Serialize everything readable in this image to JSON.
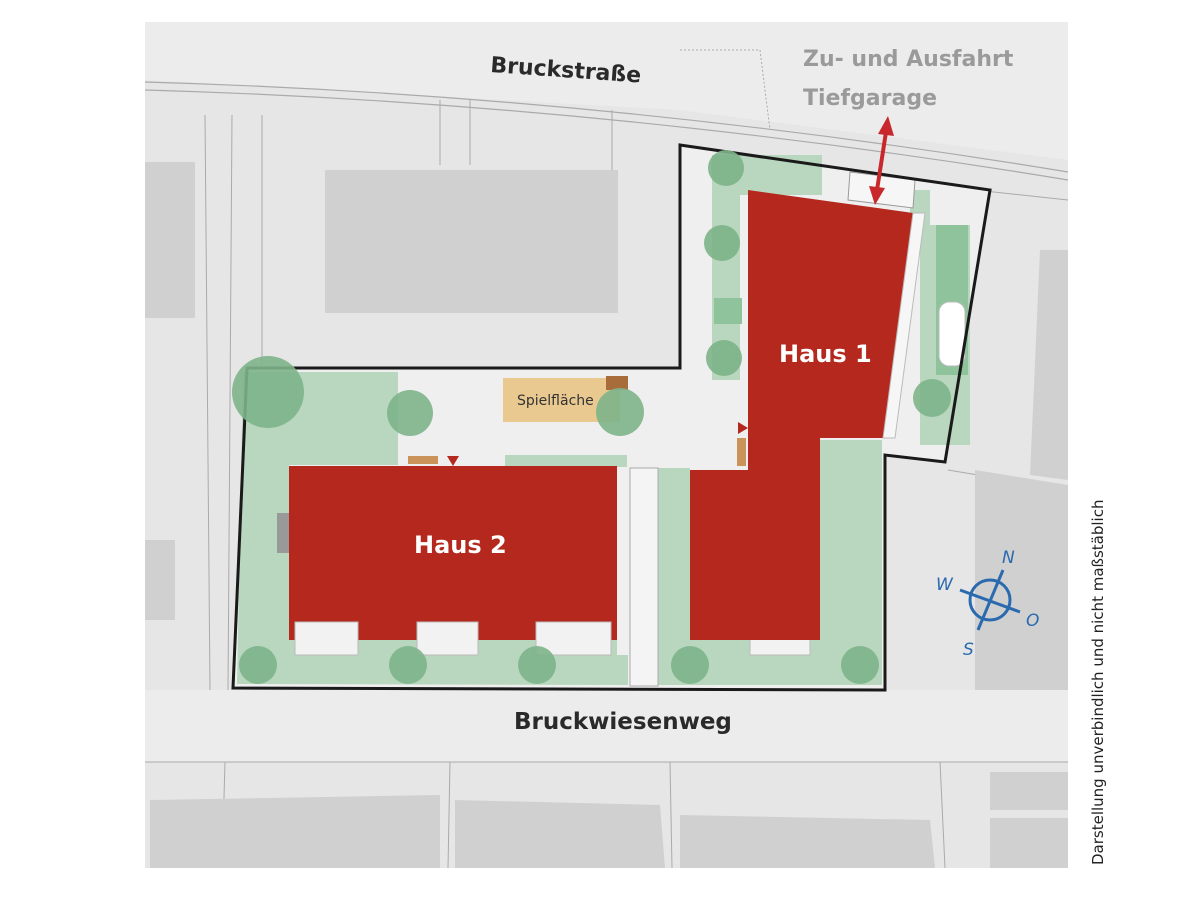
{
  "streets": {
    "north": "Bruckstraße",
    "south": "Bruckwiesenweg"
  },
  "garage_access": {
    "line1": "Zu- und Ausfahrt",
    "line2": "Tiefgarage"
  },
  "buildings": [
    {
      "label": "Haus 1"
    },
    {
      "label": "Haus 2"
    }
  ],
  "playground": "Spielfläche",
  "compass": {
    "n": "N",
    "o": "O",
    "s": "S",
    "w": "W"
  },
  "disclaimer": "Darstellung unverbindlich und nicht maßstäblich",
  "colors": {
    "building": "#b5281d",
    "garden": "#b9d7be",
    "tree": "#7db489",
    "playground": "#e9c98f",
    "compass": "#2b6aae",
    "neighbor_building": "#d0d0d0",
    "ground": "#e6e6e6"
  }
}
